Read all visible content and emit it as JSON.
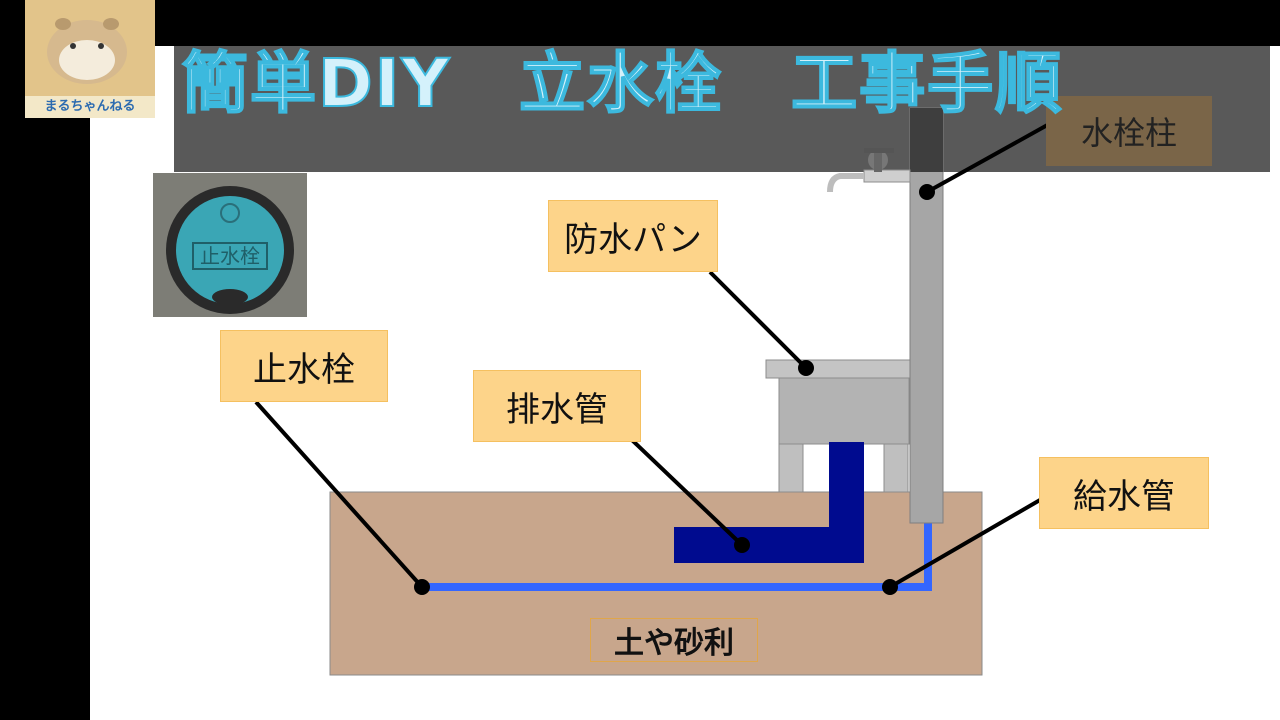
{
  "title": "簡単DIY　立水栓　工事手順",
  "channel": {
    "name": "まるちゃんねる"
  },
  "photo": {
    "cover_text": "止水栓"
  },
  "labels": {
    "waterproof_pan": "防水パン",
    "stop_valve": "止水栓",
    "drain_pipe": "排水管",
    "supply_pipe": "給水管",
    "faucet_post": "水栓柱",
    "soil": "土や砂利"
  },
  "colors": {
    "title_fill": "#d4f1fb",
    "title_outline": "#3cb9de",
    "title_band": "#595959",
    "callout_fill": "#fdd48a",
    "soil": "#c8a68c",
    "drain_pipe": "#000b8f",
    "supply_pipe": "#3366ff",
    "pan": "#b3b3b3",
    "post": "#a6a6a6"
  }
}
